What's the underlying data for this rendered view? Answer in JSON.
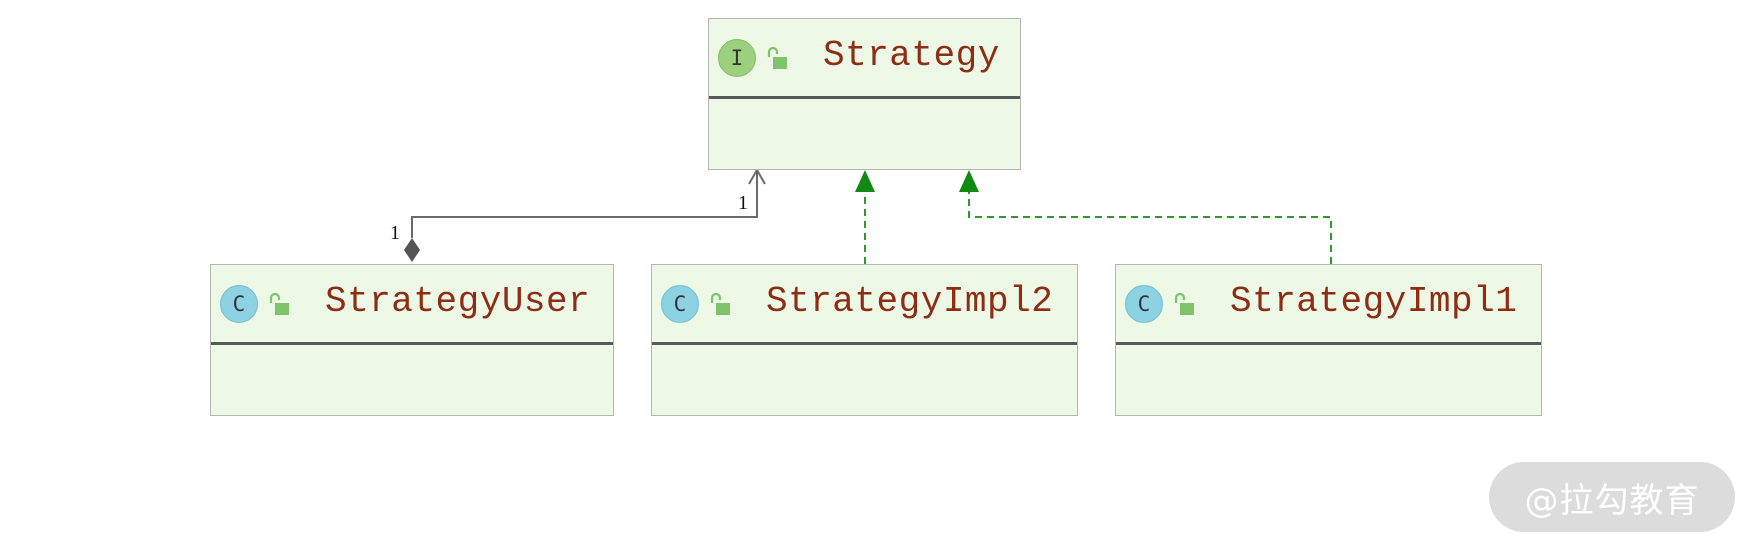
{
  "diagram": {
    "type": "uml-class-diagram",
    "nodes": [
      {
        "id": "strategy",
        "name": "Strategy",
        "kind": "interface",
        "kind_letter": "I",
        "visibility_icon": "unlock-icon"
      },
      {
        "id": "strategy_user",
        "name": "StrategyUser",
        "kind": "class",
        "kind_letter": "C",
        "visibility_icon": "unlock-icon"
      },
      {
        "id": "strategy_impl2",
        "name": "StrategyImpl2",
        "kind": "class",
        "kind_letter": "C",
        "visibility_icon": "unlock-icon"
      },
      {
        "id": "strategy_impl1",
        "name": "StrategyImpl1",
        "kind": "class",
        "kind_letter": "C",
        "visibility_icon": "unlock-icon"
      }
    ],
    "edges": [
      {
        "from": "strategy_user",
        "to": "strategy",
        "type": "composition",
        "source_multiplicity": "1",
        "target_multiplicity": "1"
      },
      {
        "from": "strategy_impl2",
        "to": "strategy",
        "type": "realization"
      },
      {
        "from": "strategy_impl1",
        "to": "strategy",
        "type": "realization"
      }
    ]
  },
  "colors": {
    "box_fill": "#eef8e6",
    "box_border": "#b4b8b0",
    "name_text": "#8c2d14",
    "interface_icon": "#9ccf7e",
    "class_icon": "#8dd2e2",
    "realization_arrow": "#108a10",
    "composition_line": "#6a6a6a"
  },
  "watermark": {
    "text": "@拉勾教育"
  }
}
